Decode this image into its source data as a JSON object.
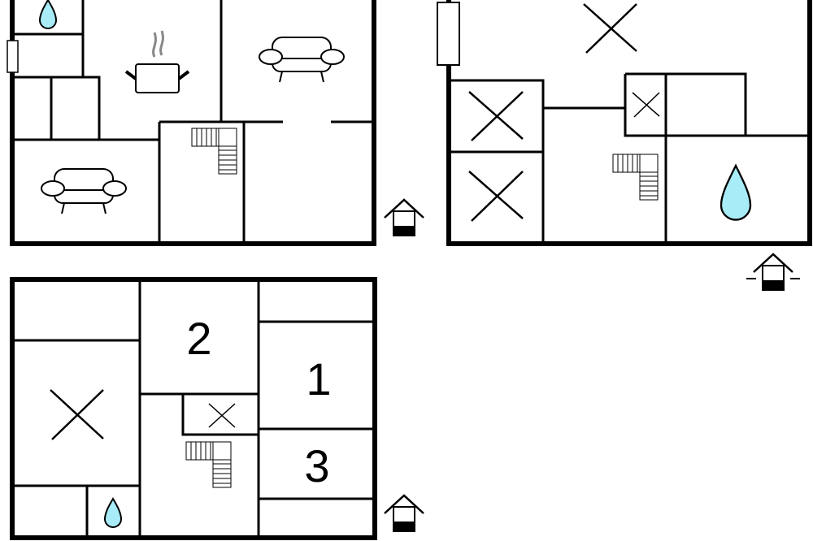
{
  "plans": [
    {
      "name": "floor-plan-ground",
      "icons": [
        "water-drop-icon",
        "cooking-pot-icon",
        "sofa-icon",
        "sofa-icon",
        "stairs-icon",
        "entrance-icon",
        "window-icon"
      ]
    },
    {
      "name": "floor-plan-upper",
      "icons": [
        "bed-cross-icon",
        "bed-cross-icon",
        "bed-cross-icon",
        "bed-cross-icon",
        "stairs-icon",
        "water-drop-icon",
        "entrance-icon",
        "window-icon"
      ]
    },
    {
      "name": "floor-plan-third",
      "room_numbers": [
        "2",
        "1",
        "3"
      ],
      "icons": [
        "bed-cross-icon",
        "bed-cross-icon",
        "stairs-icon",
        "water-drop-icon",
        "entrance-icon"
      ]
    }
  ],
  "colors": {
    "wall": "#000000",
    "water": "#a8ecf7",
    "steam": "#888888"
  }
}
